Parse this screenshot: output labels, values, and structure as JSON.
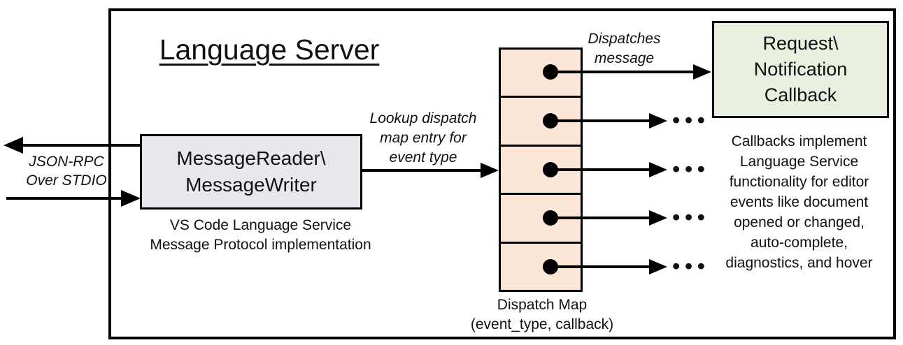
{
  "labels": {
    "title": "Language Server",
    "io_transport": "JSON-RPC\nOver STDIO",
    "lookup": "Lookup dispatch\nmap entry for\nevent type",
    "dispatches": "Dispatches\nmessage",
    "ellipsis": "•••"
  },
  "nodes": {
    "reader": {
      "label": "MessageReader\\\nMessageWriter",
      "caption": "VS Code Language Service\nMessage Protocol implementation"
    },
    "dispatch_map": {
      "caption": "Dispatch Map\n(event_type, callback)",
      "cell_count": 5
    },
    "callback": {
      "label": "Request\\\nNotification\nCallback",
      "note": "Callbacks implement\nLanguage Service\nfunctionality for editor\nevents like document\nopened or changed,\nauto-complete,\ndiagnostics, and hover"
    }
  },
  "colors": {
    "reader_fill": "#e9e7ee",
    "map_fill": "#fce6d8",
    "callback_fill": "#e8f1e0",
    "line": "#000000"
  }
}
